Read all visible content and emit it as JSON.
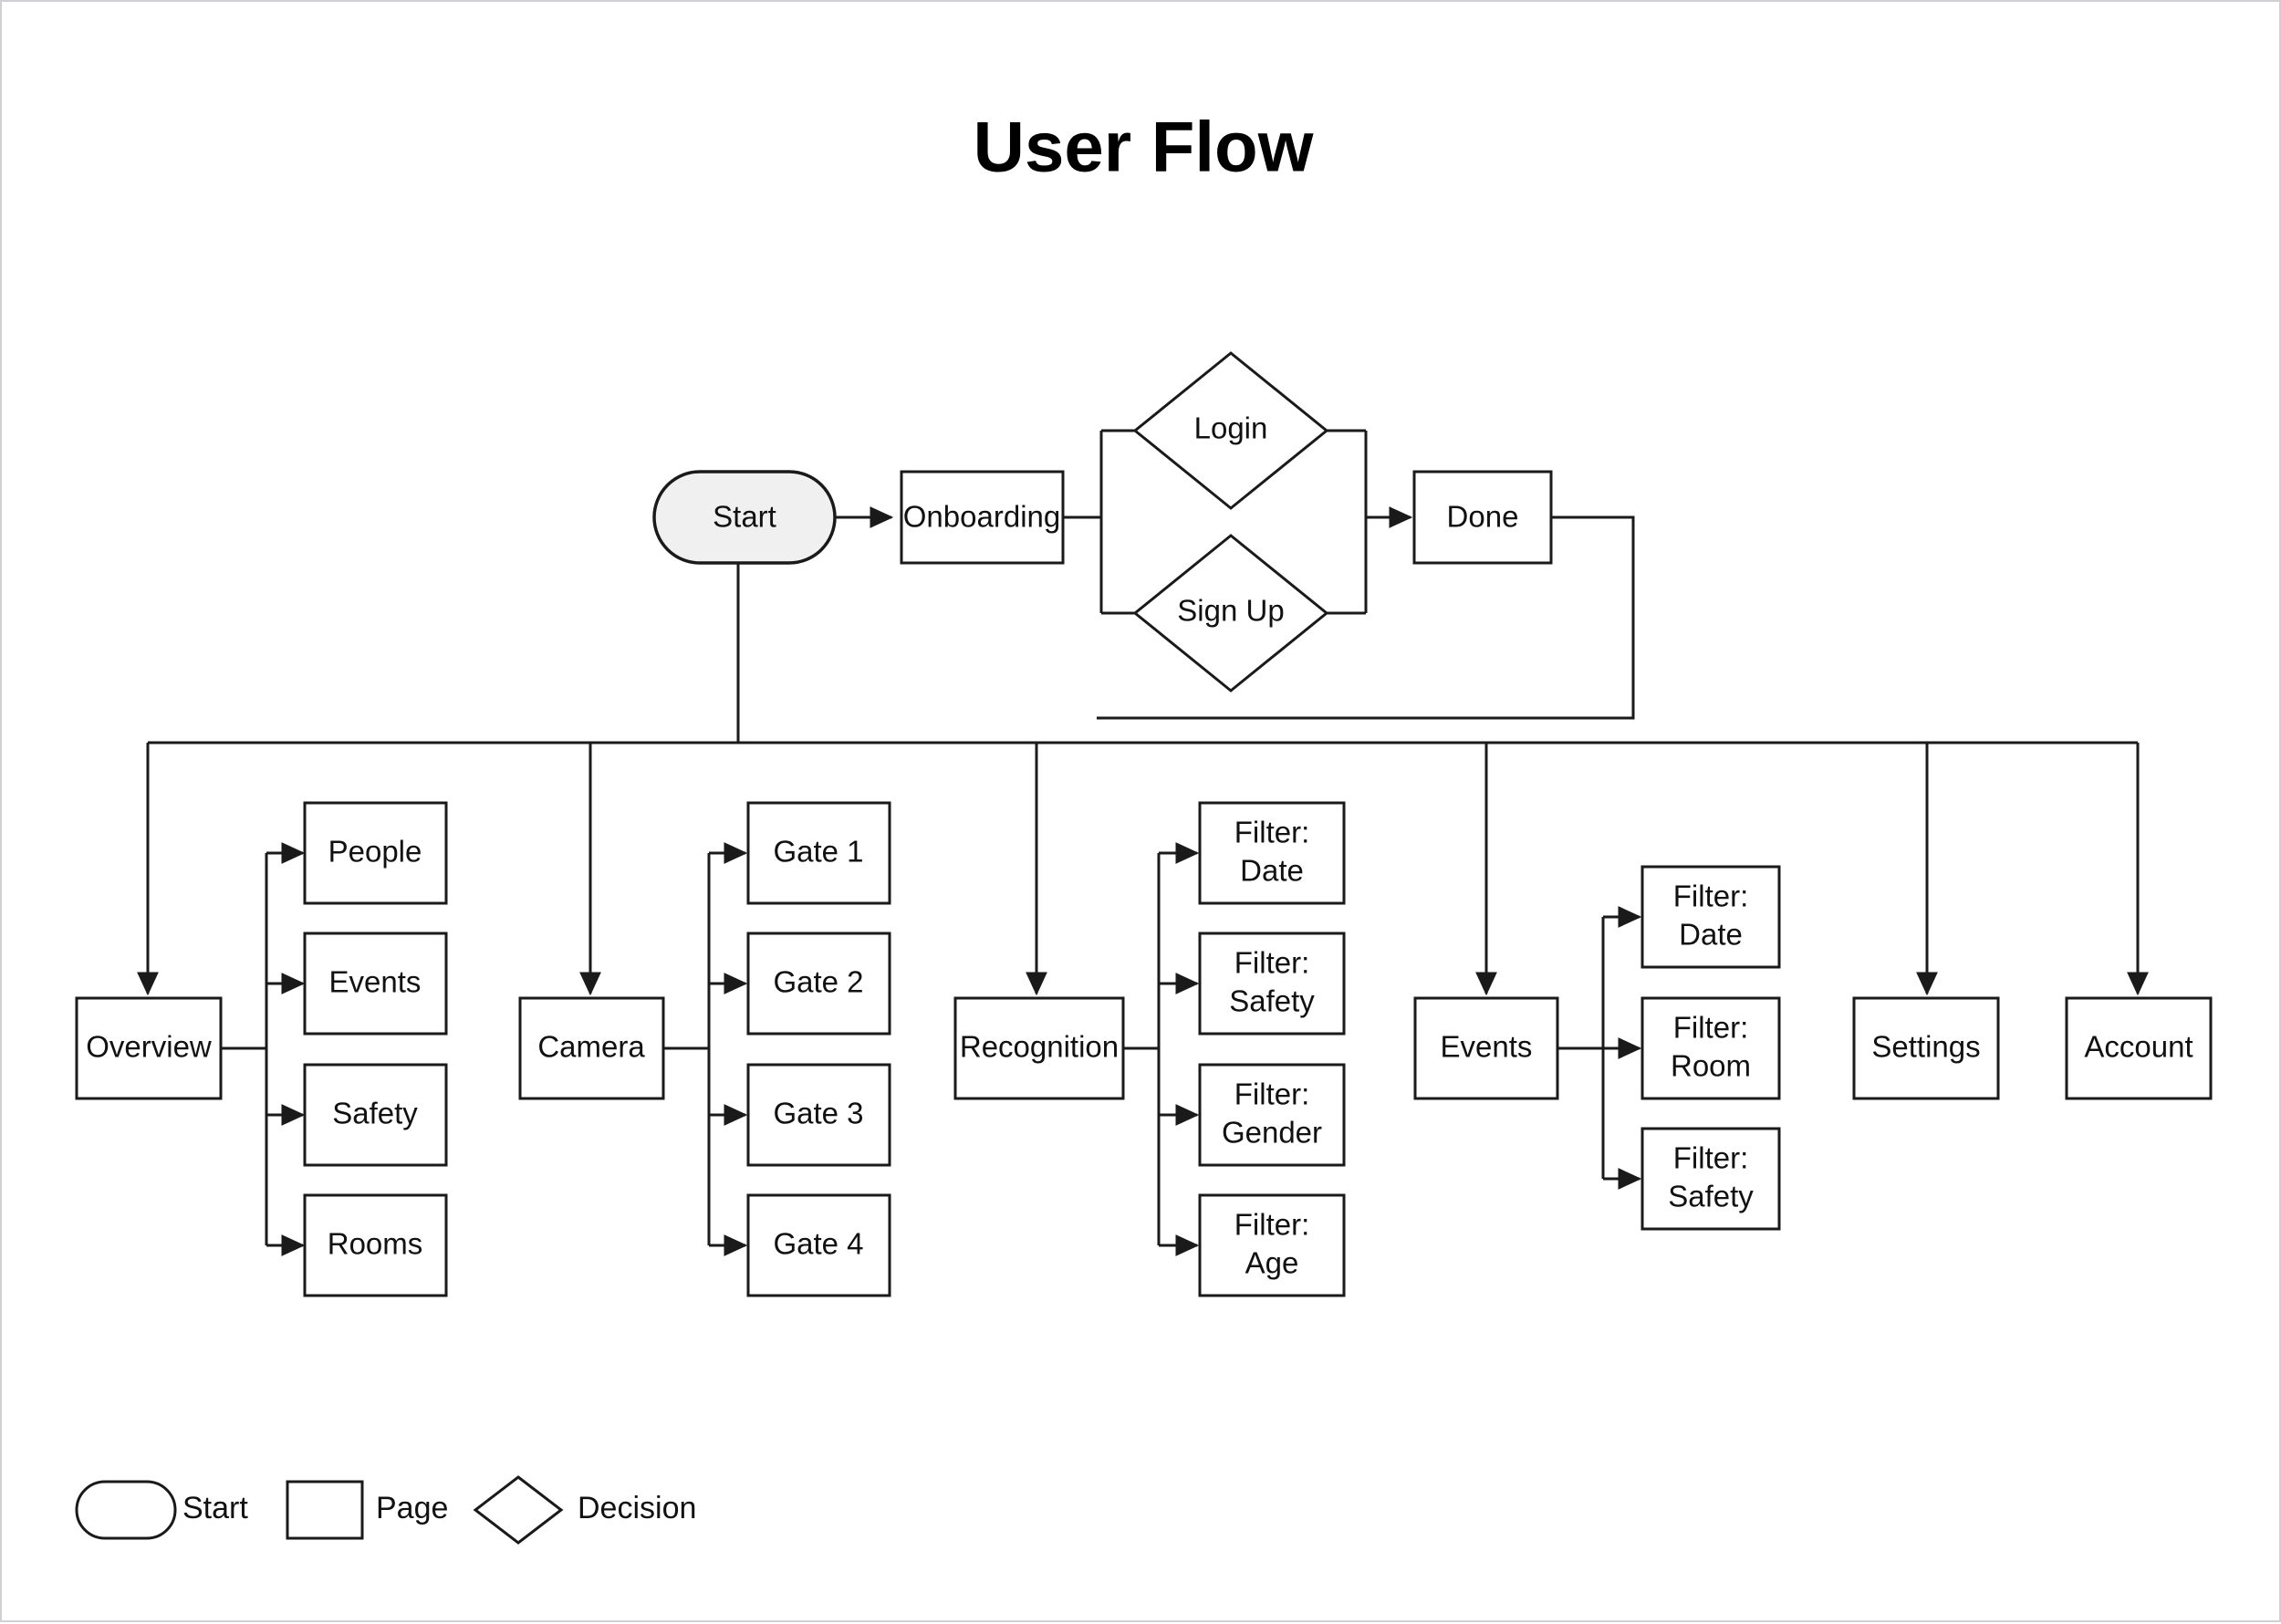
{
  "title": "User Flow",
  "colors": {
    "stroke": "#1a1a1a",
    "start_fill": "#f0f0f0",
    "page_fill": "#ffffff",
    "canvas": "#ffffff",
    "frame": "#cfcfd4"
  },
  "flow": {
    "start": {
      "label": "Start",
      "shape": "stadium"
    },
    "onboarding": {
      "label": "Onboarding",
      "shape": "rect"
    },
    "login": {
      "label": "Login",
      "shape": "diamond"
    },
    "signup": {
      "label": "Sign Up",
      "shape": "diamond"
    },
    "done": {
      "label": "Done",
      "shape": "rect"
    }
  },
  "sections": [
    {
      "id": "overview",
      "parent": {
        "label": "Overview"
      },
      "children": [
        {
          "label": "People"
        },
        {
          "label": "Events"
        },
        {
          "label": "Safety"
        },
        {
          "label": "Rooms"
        }
      ]
    },
    {
      "id": "camera",
      "parent": {
        "label": "Camera"
      },
      "children": [
        {
          "label": "Gate 1"
        },
        {
          "label": "Gate 2"
        },
        {
          "label": "Gate 3"
        },
        {
          "label": "Gate 4"
        }
      ]
    },
    {
      "id": "recognition",
      "parent": {
        "label": "Recognition"
      },
      "children": [
        {
          "line1": "Filter:",
          "line2": "Date"
        },
        {
          "line1": "Filter:",
          "line2": "Safety"
        },
        {
          "line1": "Filter:",
          "line2": "Gender"
        },
        {
          "line1": "Filter:",
          "line2": "Age"
        }
      ]
    },
    {
      "id": "events",
      "parent": {
        "label": "Events"
      },
      "children": [
        {
          "line1": "Filter:",
          "line2": "Date"
        },
        {
          "line1": "Filter:",
          "line2": "Room"
        },
        {
          "line1": "Filter:",
          "line2": "Safety"
        }
      ]
    },
    {
      "id": "settings",
      "parent": {
        "label": "Settings"
      },
      "children": []
    },
    {
      "id": "account",
      "parent": {
        "label": "Account"
      },
      "children": []
    }
  ],
  "legend": [
    {
      "shape": "stadium",
      "label": "Start"
    },
    {
      "shape": "rect",
      "label": "Page"
    },
    {
      "shape": "diamond",
      "label": "Decision"
    }
  ]
}
